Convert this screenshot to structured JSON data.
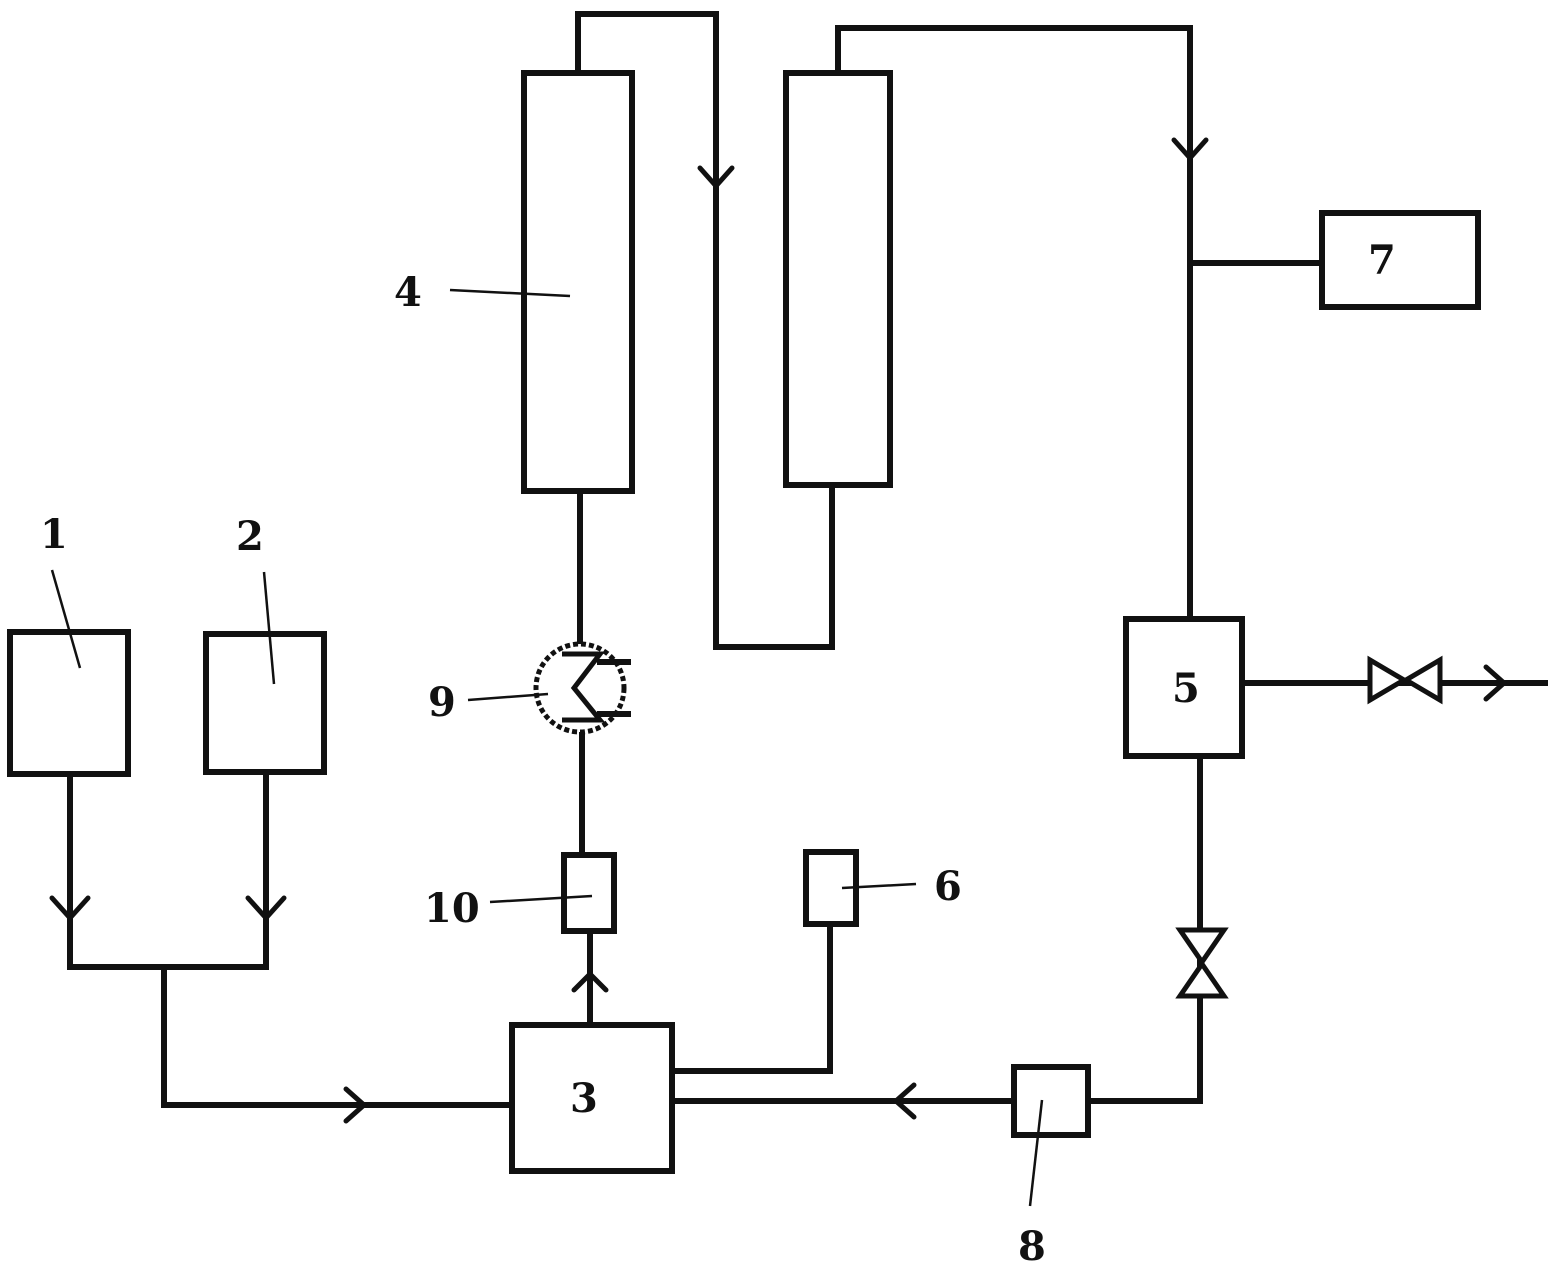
{
  "labels": {
    "l1": "1",
    "l2": "2",
    "l3": "3",
    "l4": "4",
    "l5": "5",
    "l6": "6",
    "l7": "7",
    "l8": "8",
    "l9": "9",
    "l10": "10"
  },
  "colors": {
    "stroke": "#111111",
    "background": "#ffffff"
  }
}
